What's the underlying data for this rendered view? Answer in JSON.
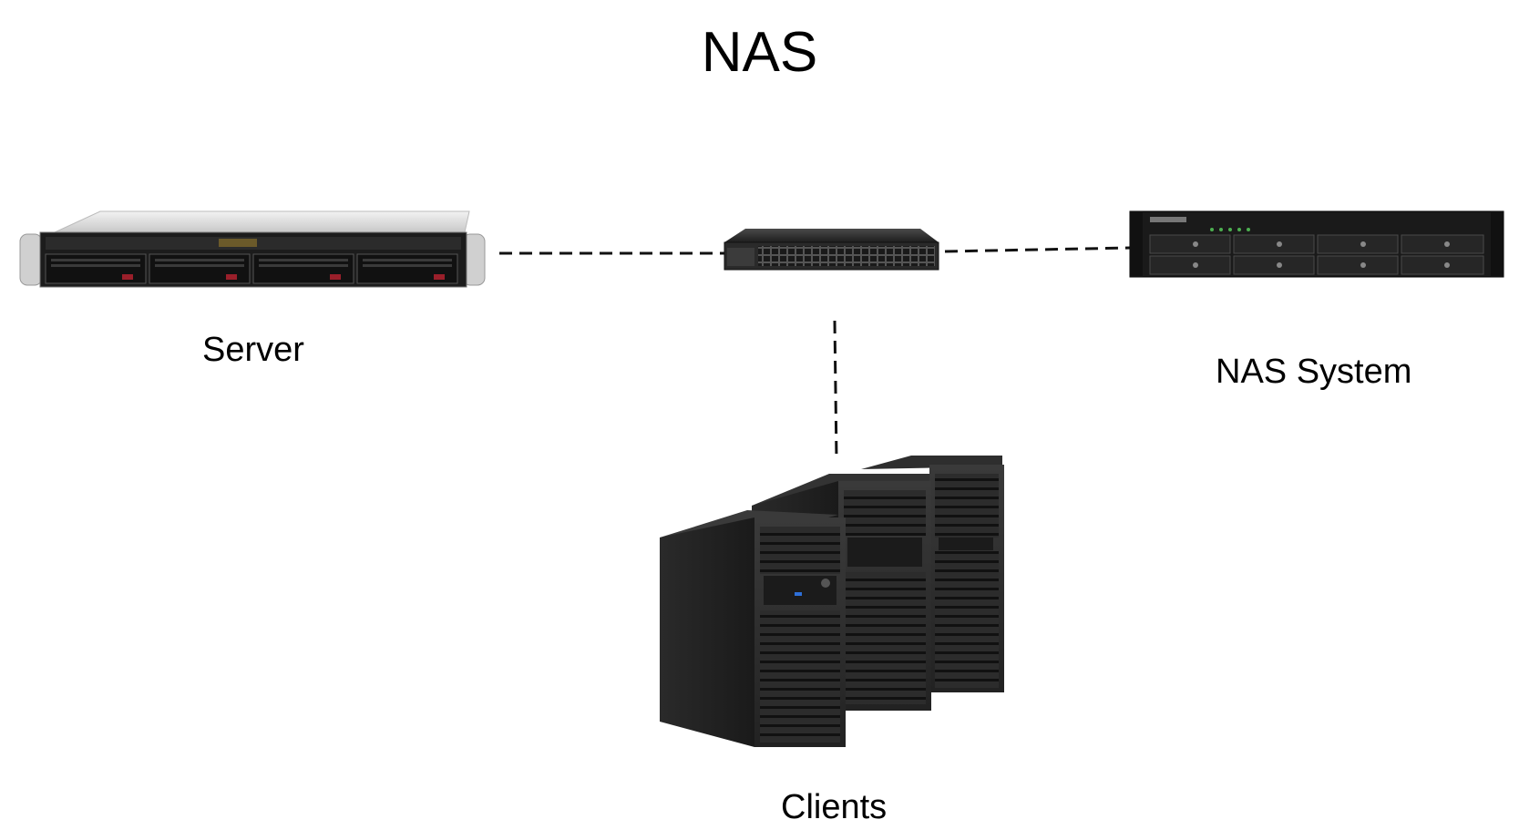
{
  "diagram": {
    "title": "NAS",
    "nodes": {
      "server": {
        "label": "Server"
      },
      "switch": {
        "label": ""
      },
      "nas": {
        "label": "NAS System"
      },
      "clients": {
        "label": "Clients"
      }
    },
    "links": [
      {
        "from": "server",
        "to": "switch",
        "style": "dashed"
      },
      {
        "from": "switch",
        "to": "nas",
        "style": "dashed"
      },
      {
        "from": "switch",
        "to": "clients",
        "style": "dashed"
      }
    ]
  }
}
